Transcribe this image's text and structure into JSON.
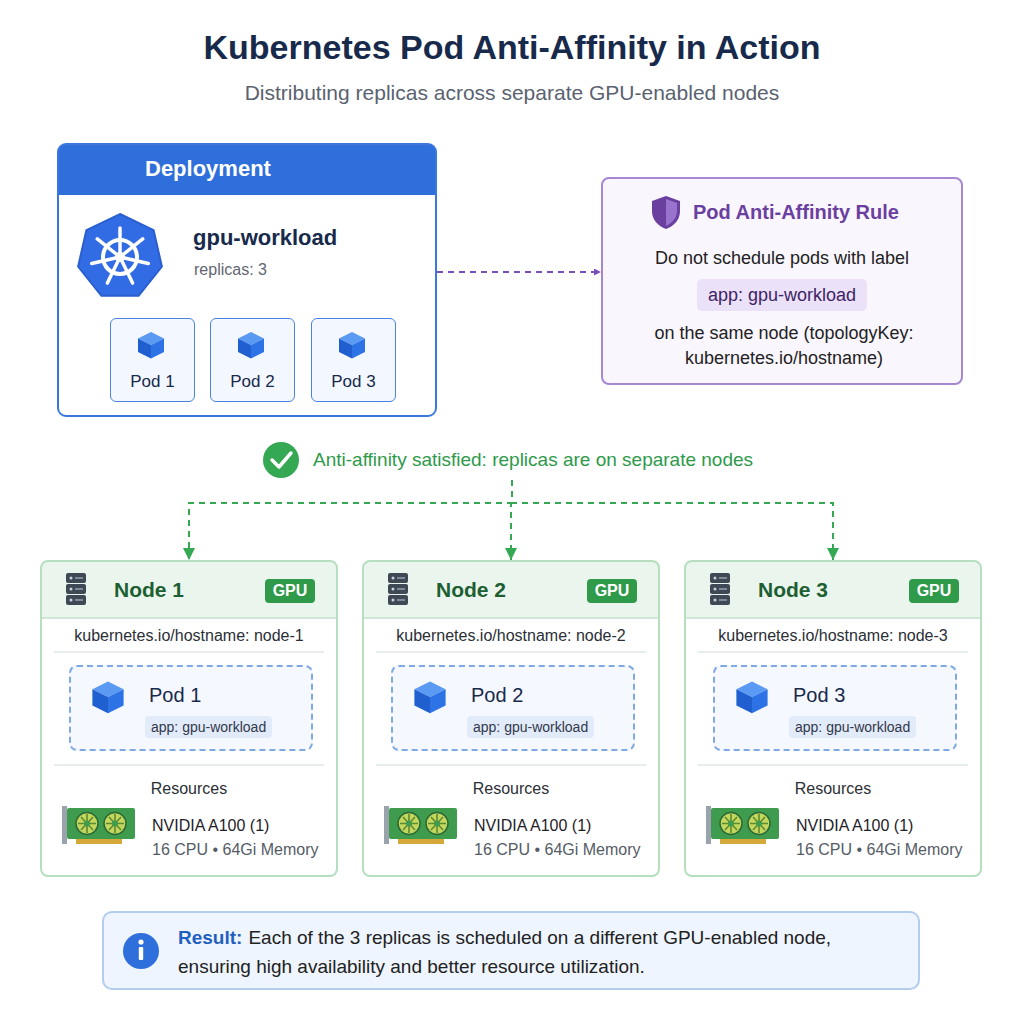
{
  "diagram": {
    "title": "Kubernetes Pod Anti-Affinity in Action",
    "nodes": [
      {
        "text": [
          "Deployment",
          "gpu-workload",
          "replicas: 3"
        ]
      },
      {
        "text": [
          "Pod 1"
        ],
        "in": 0
      },
      {
        "text": [
          "Pod 2"
        ],
        "in": 0
      },
      {
        "text": [
          "Pod 3"
        ],
        "in": 0
      },
      {
        "text": [
          "Pod Anti-Affinity Rule",
          "Do not schedule pods with label",
          "app: gpu-workload",
          "on the same node (topologyKey: kubernetes.io/hostname)"
        ]
      },
      {
        "text": [
          "Anti-affinity satisfied: replicas are on separate nodes"
        ]
      },
      {
        "text": [
          "Node 1",
          "GPU",
          "kubernetes.io/hostname: node-1",
          "Resources",
          "NVIDIA A100 (1)",
          "16 CPU • 64Gi Memory"
        ]
      },
      {
        "text": [
          "Pod 1",
          "app: gpu-workload"
        ],
        "in": 6
      },
      {
        "text": [
          "Node 2",
          "GPU",
          "kubernetes.io/hostname: node-2",
          "Resources",
          "NVIDIA A100 (1)",
          "16 CPU • 64Gi Memory"
        ]
      },
      {
        "text": [
          "Pod 2",
          "app: gpu-workload"
        ],
        "in": 8
      },
      {
        "text": [
          "Node 3",
          "GPU",
          "kubernetes.io/hostname: node-3",
          "Resources",
          "NVIDIA A100 (1)",
          "16 CPU • 64Gi Memory"
        ]
      },
      {
        "text": [
          "Pod 3",
          "app: gpu-workload"
        ],
        "in": 10
      },
      {
        "text": [
          "Result:",
          "Each of the 3 replicas is scheduled on a different GPU-enabled node, ensuring high availability and better resource utilization."
        ]
      }
    ],
    "edges": [
      {
        "from": 0,
        "to": 4,
        "arrow": "to"
      },
      {
        "from": 5,
        "to": 6,
        "arrow": "to"
      },
      {
        "from": 5,
        "to": 8,
        "arrow": "to"
      },
      {
        "from": 5,
        "to": 10,
        "arrow": "to"
      }
    ],
    "labels": [
      "Distributing replicas across separate GPU-enabled nodes"
    ]
  }
}
